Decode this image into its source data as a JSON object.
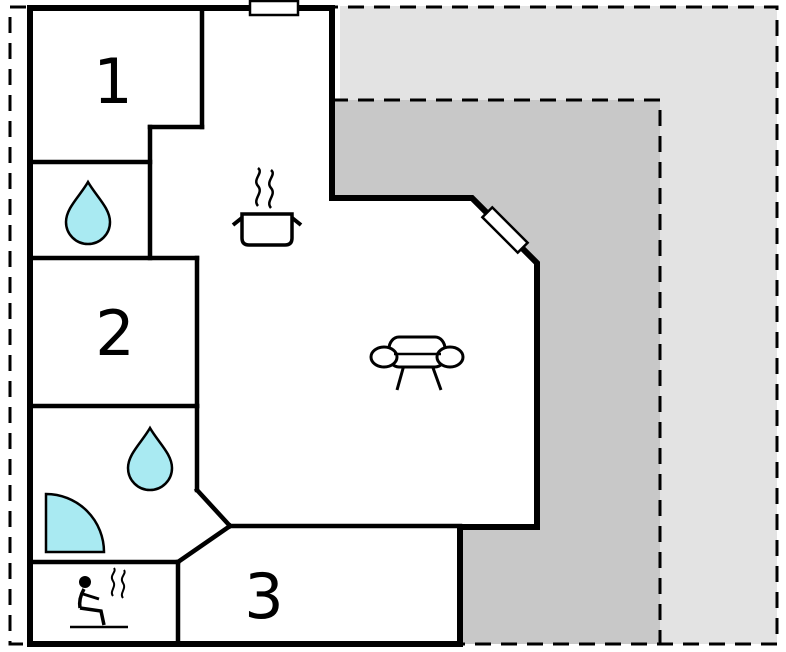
{
  "plan": {
    "type": "house-floor-plan",
    "rooms": {
      "bedroom1": {
        "label": "1"
      },
      "bedroom2": {
        "label": "2"
      },
      "bedroom3": {
        "label": "3"
      }
    },
    "icons": {
      "bathroom_upper": "water-drop-icon",
      "bathroom_lower": "water-drop-icon",
      "kitchen": "cooking-pot-steam-icon",
      "living_room": "sofa-icon",
      "sauna": "sauna-person-icon",
      "entrance": "door-swing-icon",
      "window_top": "window-icon",
      "window_corner": "window-icon"
    },
    "colors": {
      "wall": "#000000",
      "room_fill": "#ffffff",
      "plot_light_gray": "#e3e3e3",
      "terrace_dark_gray": "#c8c8c8",
      "water_cyan": "#a9eaf2"
    }
  }
}
